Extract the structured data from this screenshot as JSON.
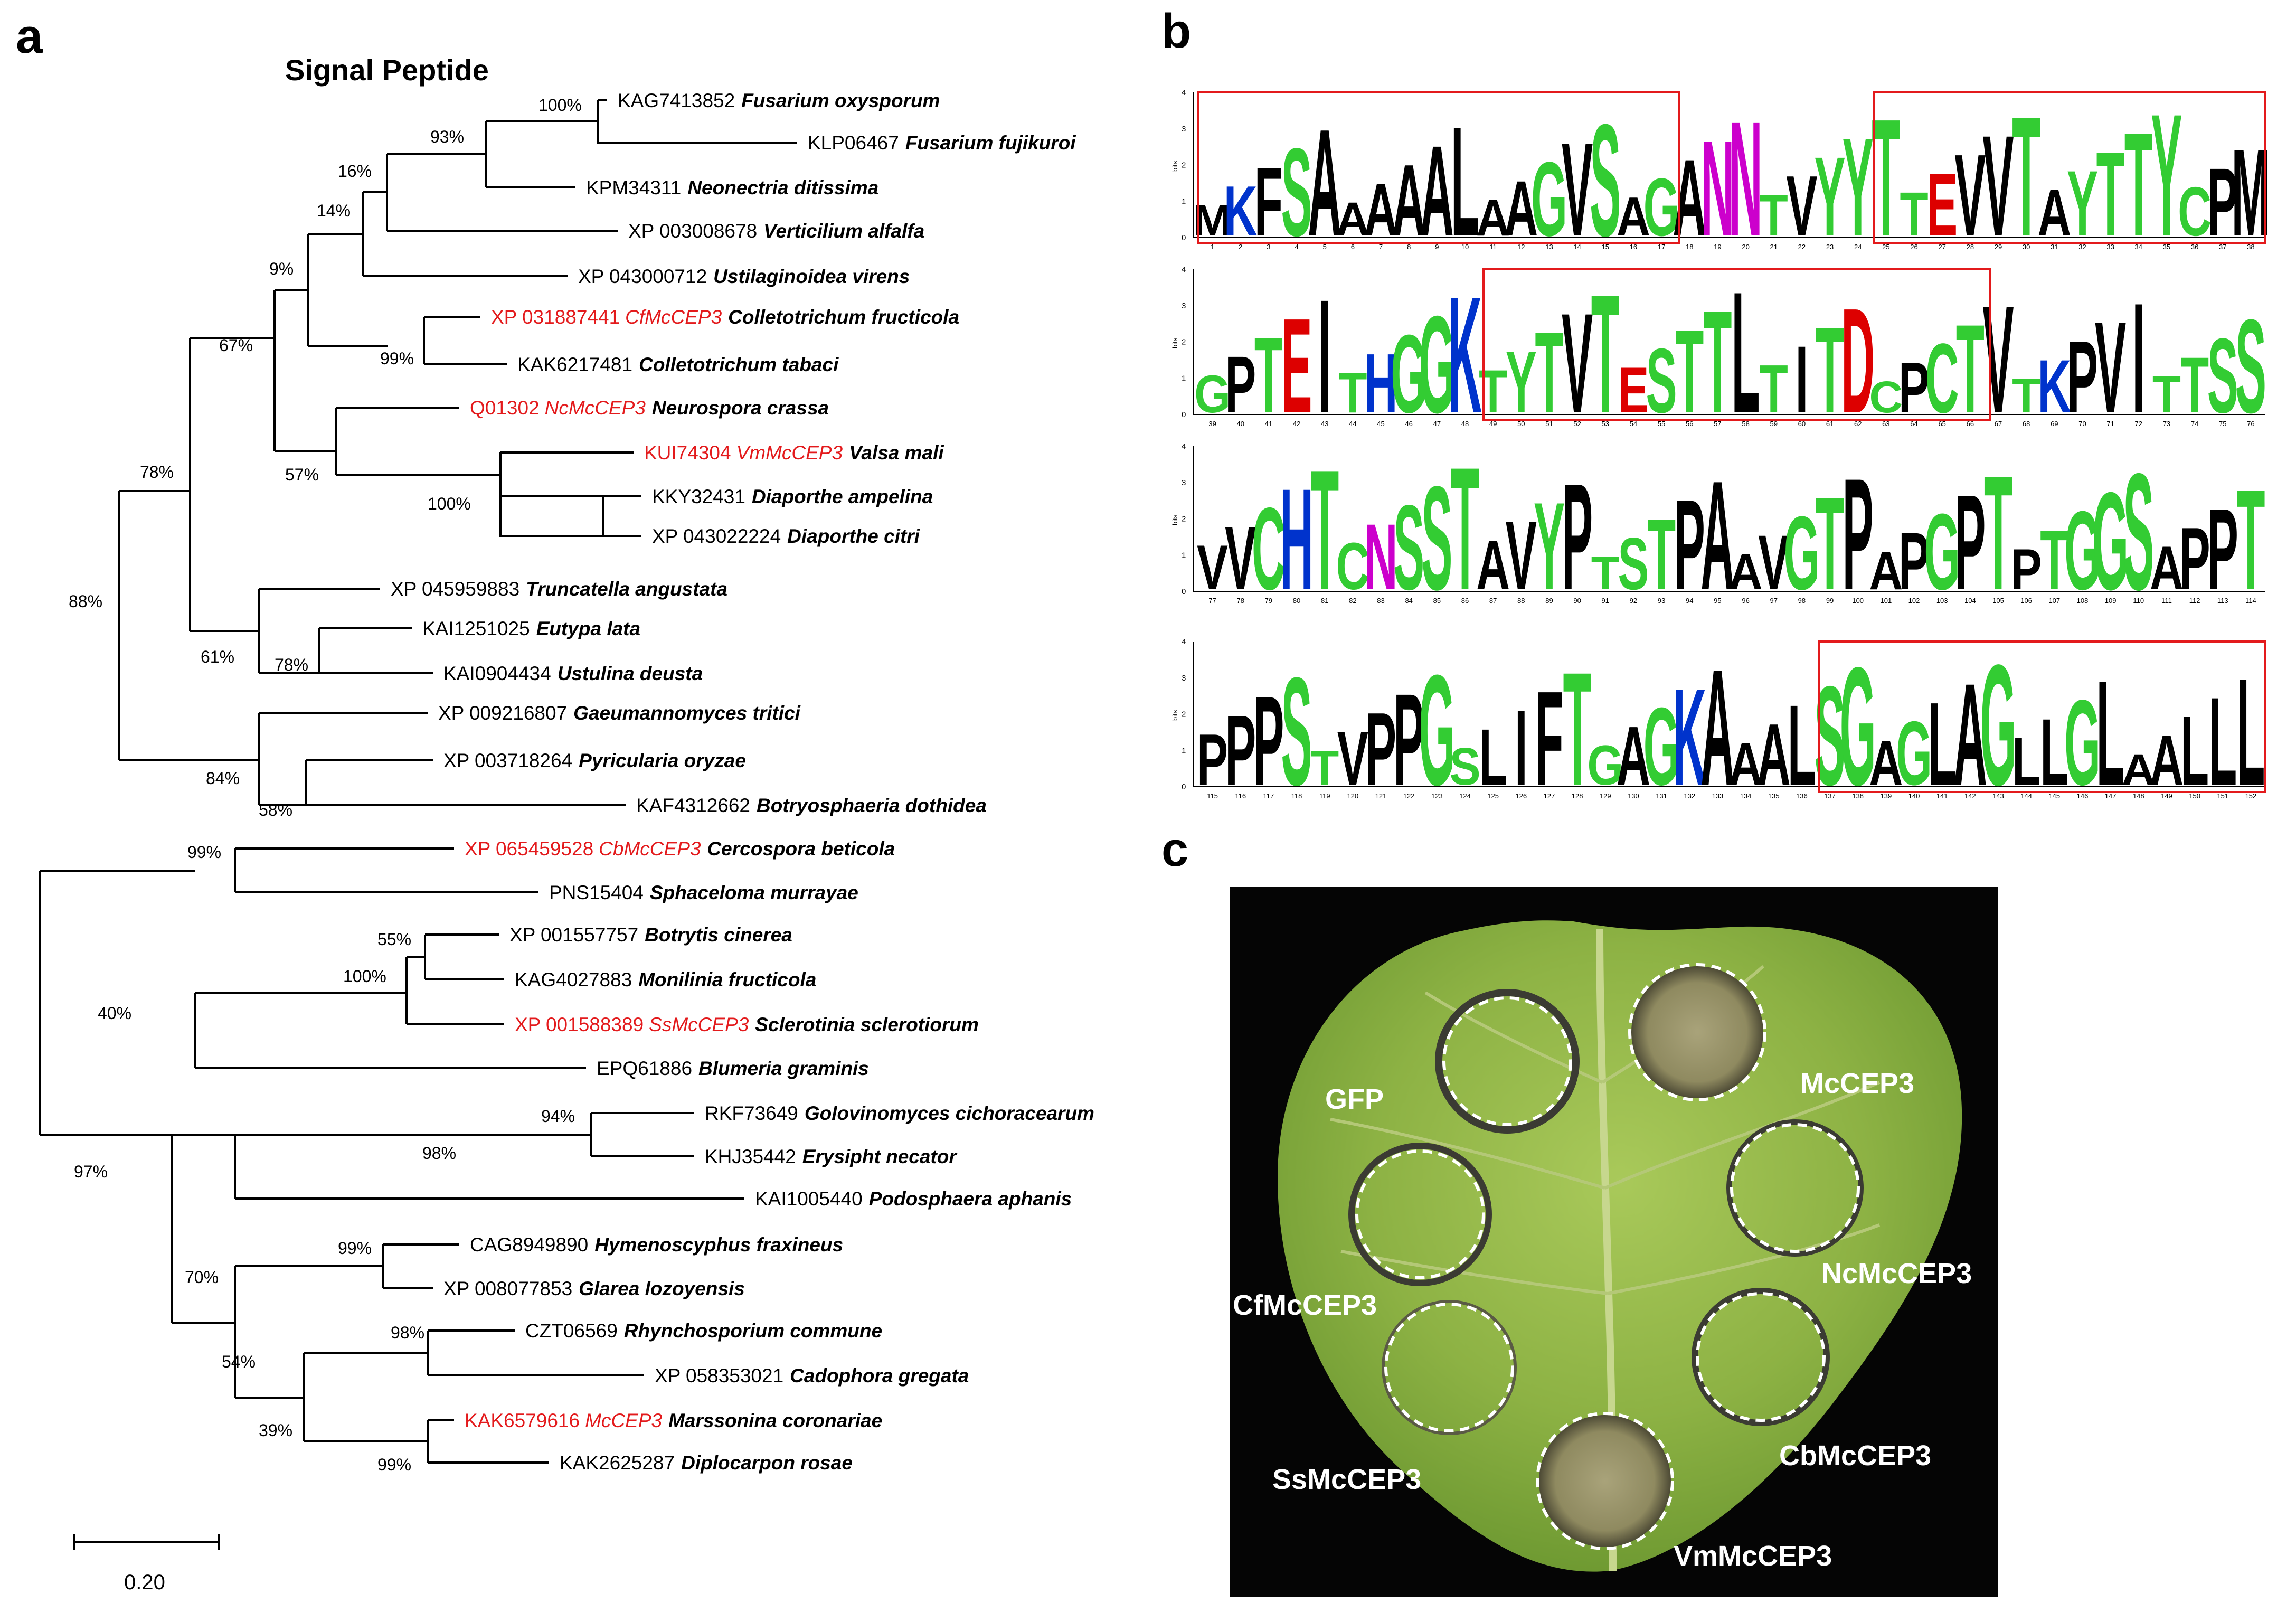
{
  "panels": {
    "a": "a",
    "b": "b",
    "c": "c"
  },
  "tree": {
    "scale_label": "0.20",
    "leaves": [
      {
        "acc": "KAG7413852",
        "name": "",
        "species": "Fusarium oxysporum",
        "hl": false
      },
      {
        "acc": "KLP06467",
        "name": "",
        "species": "Fusarium fujikuroi",
        "hl": false
      },
      {
        "acc": "KPM34311",
        "name": "",
        "species": "Neonectria ditissima",
        "hl": false
      },
      {
        "acc": "XP 003008678",
        "name": "",
        "species": "Verticilium alfalfa",
        "hl": false
      },
      {
        "acc": "XP 043000712",
        "name": "",
        "species": "Ustilaginoidea virens",
        "hl": false
      },
      {
        "acc": "XP 031887441",
        "name": "CfMcCEP3",
        "species": "Colletotrichum fructicola",
        "hl": true
      },
      {
        "acc": "KAK6217481",
        "name": "",
        "species": "Colletotrichum tabaci",
        "hl": false
      },
      {
        "acc": "Q01302",
        "name": "NcMcCEP3",
        "species": "Neurospora crassa",
        "hl": true
      },
      {
        "acc": "KUI74304",
        "name": "VmMcCEP3",
        "species": "Valsa mali",
        "hl": true
      },
      {
        "acc": "KKY32431",
        "name": "",
        "species": "Diaporthe ampelina",
        "hl": false
      },
      {
        "acc": "XP 043022224",
        "name": "",
        "species": "Diaporthe citri",
        "hl": false
      },
      {
        "acc": "XP 045959883",
        "name": "",
        "species": "Truncatella angustata",
        "hl": false
      },
      {
        "acc": "KAI1251025",
        "name": "",
        "species": "Eutypa lata",
        "hl": false
      },
      {
        "acc": "KAI0904434",
        "name": "",
        "species": "Ustulina deusta",
        "hl": false
      },
      {
        "acc": "XP 009216807",
        "name": "",
        "species": "Gaeumannomyces tritici",
        "hl": false
      },
      {
        "acc": "XP 003718264",
        "name": "",
        "species": "Pyricularia oryzae",
        "hl": false
      },
      {
        "acc": "KAF4312662",
        "name": "",
        "species": "Botryosphaeria dothidea",
        "hl": false
      },
      {
        "acc": "XP 065459528",
        "name": "CbMcCEP3",
        "species": "Cercospora beticola",
        "hl": true
      },
      {
        "acc": "PNS15404",
        "name": "",
        "species": "Sphaceloma murrayae",
        "hl": false
      },
      {
        "acc": "XP 001557757",
        "name": "",
        "species": "Botrytis cinerea",
        "hl": false
      },
      {
        "acc": "KAG4027883",
        "name": "",
        "species": "Monilinia fructicola",
        "hl": false
      },
      {
        "acc": "XP 001588389",
        "name": "SsMcCEP3",
        "species": "Sclerotinia sclerotiorum",
        "hl": true
      },
      {
        "acc": "EPQ61886",
        "name": "",
        "species": "Blumeria graminis",
        "hl": false
      },
      {
        "acc": "RKF73649",
        "name": "",
        "species": "Golovinomyces cichoracearum",
        "hl": false
      },
      {
        "acc": "KHJ35442",
        "name": "",
        "species": "Erysipht necator",
        "hl": false
      },
      {
        "acc": "KAI1005440",
        "name": "",
        "species": "Podosphaera aphanis",
        "hl": false
      },
      {
        "acc": "CAG8949890",
        "name": "",
        "species": "Hymenoscyphus fraxineus",
        "hl": false
      },
      {
        "acc": "XP 008077853",
        "name": "",
        "species": "Glarea lozoyensis",
        "hl": false
      },
      {
        "acc": "CZT06569",
        "name": "",
        "species": "Rhynchosporium commune",
        "hl": false
      },
      {
        "acc": "XP 058353021",
        "name": "",
        "species": "Cadophora gregata",
        "hl": false
      },
      {
        "acc": "KAK6579616",
        "name": "McCEP3",
        "species": "Marssonina coronariae",
        "hl": true
      },
      {
        "acc": "KAK2625287",
        "name": "",
        "species": "Diplocarpon rosae",
        "hl": false
      }
    ],
    "bootstraps": [
      "100%",
      "93%",
      "16%",
      "14%",
      "9%",
      "99%",
      "67%",
      "57%",
      "100%",
      "78%",
      "88%",
      "61%",
      "78%",
      "84%",
      "58%",
      "99%",
      "55%",
      "100%",
      "40%",
      "94%",
      "98%",
      "97%",
      "99%",
      "70%",
      "98%",
      "54%",
      "39%",
      "99%"
    ]
  },
  "logo": {
    "title": "Signal Peptide",
    "y_axis": "bits",
    "y_ticks": [
      "0",
      "1",
      "2",
      "3",
      "4"
    ],
    "rows": [
      {
        "start": 1,
        "end": 38,
        "seq": "MKFSAAAAALAAGVSAGANNTVYYTTEVVTAYTTYCP"
      },
      {
        "start": 39,
        "end": 76,
        "seq": "GPTEITHGGKTYTVTESTTLTITDCPCTVTKPVITTSS"
      },
      {
        "start": 77,
        "end": 114,
        "seq": "VVCHTCNSSTAVYPTSTPAAVGTPAPGPTPTGGSAPPTA"
      },
      {
        "start": 115,
        "end": 152,
        "seq": "PPPSTVPPGSLIFTGAGKAAALSGAGLAGLLGLAALLL"
      }
    ]
  },
  "leaf": {
    "labels": [
      "GFP",
      "McCEP3",
      "NcMcCEP3",
      "CbMcCEP3",
      "VmMcCEP3",
      "SsMcCEP3",
      "CfMcCEP3"
    ]
  }
}
